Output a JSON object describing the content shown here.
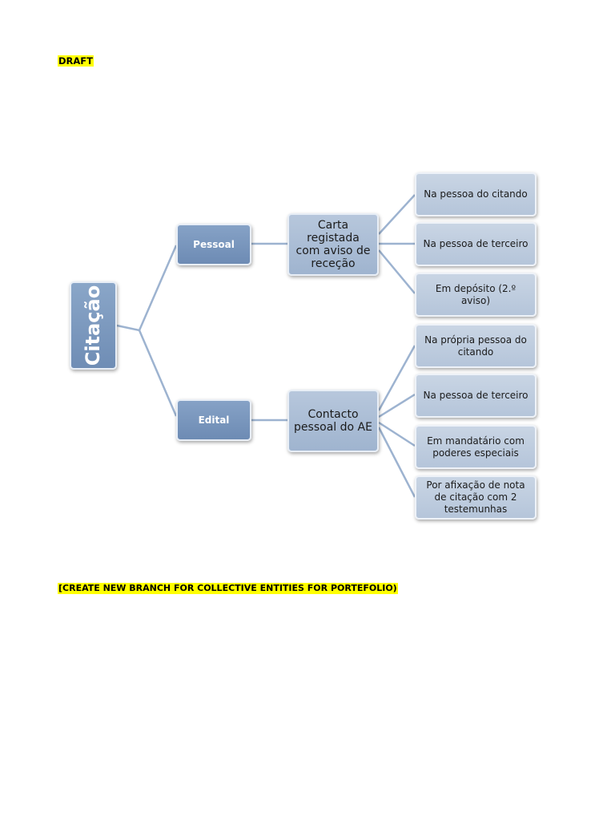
{
  "header": {
    "draft_label": "DRAFT"
  },
  "diagram": {
    "root": "Citação",
    "branches": [
      {
        "label": "Pessoal",
        "method": "Carta registada com aviso de receção",
        "leaves": [
          "Na pessoa do citando",
          "Na pessoa de terceiro",
          "Em depósito (2.º aviso)"
        ]
      },
      {
        "label": "Edital",
        "method": "Contacto pessoal do AE",
        "leaves": [
          "Na própria pessoa do citando",
          "Na pessoa de terceiro",
          "Em mandatário com poderes especiais",
          "Por afixação de nota de citação com 2 testemunhas"
        ]
      }
    ],
    "colors": {
      "root": "#7b97bd",
      "level1": "#7793ba",
      "level2": "#aabdd5",
      "leaf": "#bfcde0",
      "connector": "#9db3d0"
    }
  },
  "footer": {
    "note": "[CREATE NEW BRANCH FOR COLLECTIVE ENTITIES FOR PORTEFOLIO)"
  }
}
